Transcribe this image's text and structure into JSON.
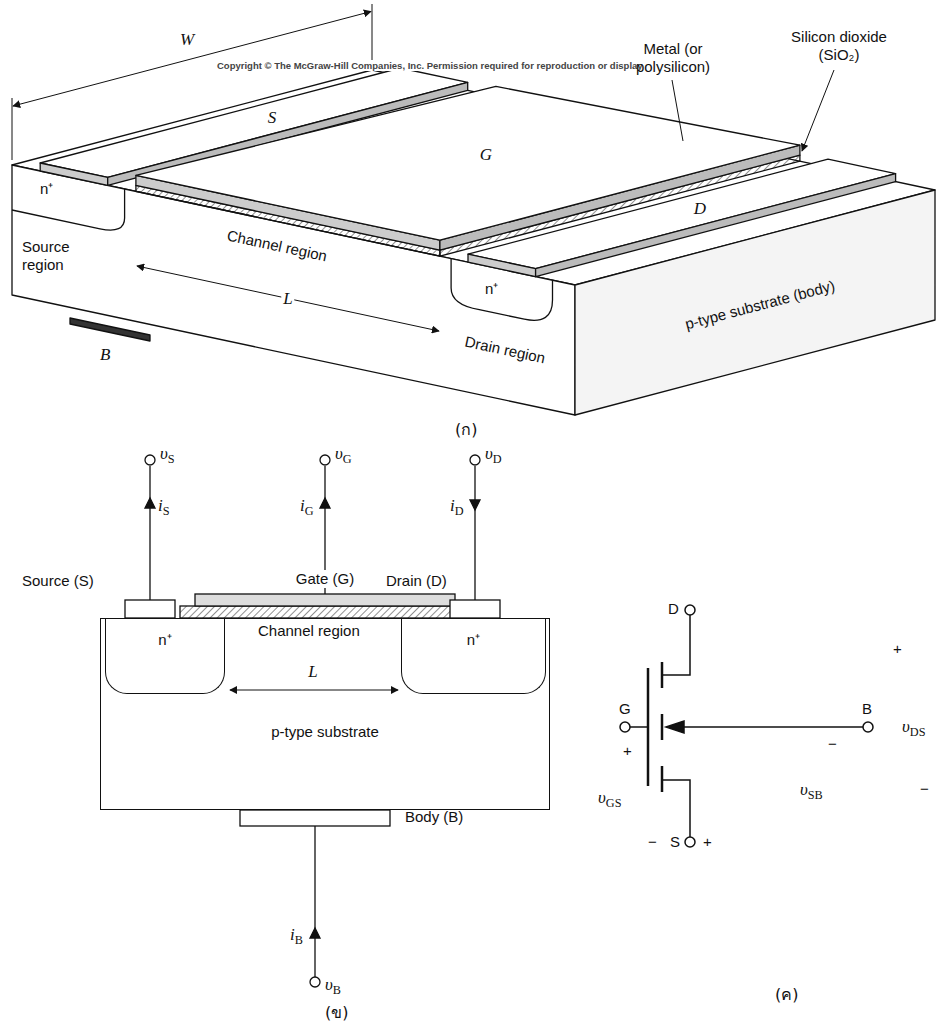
{
  "diagram": {
    "nodes": [
      {
        "text": [
          "p-type substrate"
        ]
      },
      {
        "text": [
          "n⁺"
        ],
        "in": 0
      },
      {
        "text": [
          "n⁺"
        ],
        "in": 0
      }
    ],
    "labels": [
      "Copyright © The McGraw-Hill Companies, Inc. Permission required for reproduction or display",
      "W",
      "Metal (or polysilicon)",
      "Silicon dioxide (SiO₂)",
      "S",
      "G",
      "n⁺",
      "Source region",
      "Channel region",
      "L",
      "D",
      "n⁺",
      "Drain region",
      "p-type substrate (body)",
      "B",
      "(ก)",
      "υS",
      "υG",
      "υD",
      "iS",
      "iG",
      "iD",
      "Source (S)",
      "Gate (G)",
      "Drain (D)",
      "Channel region",
      "L",
      "Body (B)",
      "iB",
      "υB",
      "(ข)",
      "D",
      "+",
      "G",
      "B",
      "υDS",
      "+",
      "−",
      "υGS",
      "υSB",
      "−",
      "−",
      "S",
      "+",
      "(ค)"
    ]
  }
}
